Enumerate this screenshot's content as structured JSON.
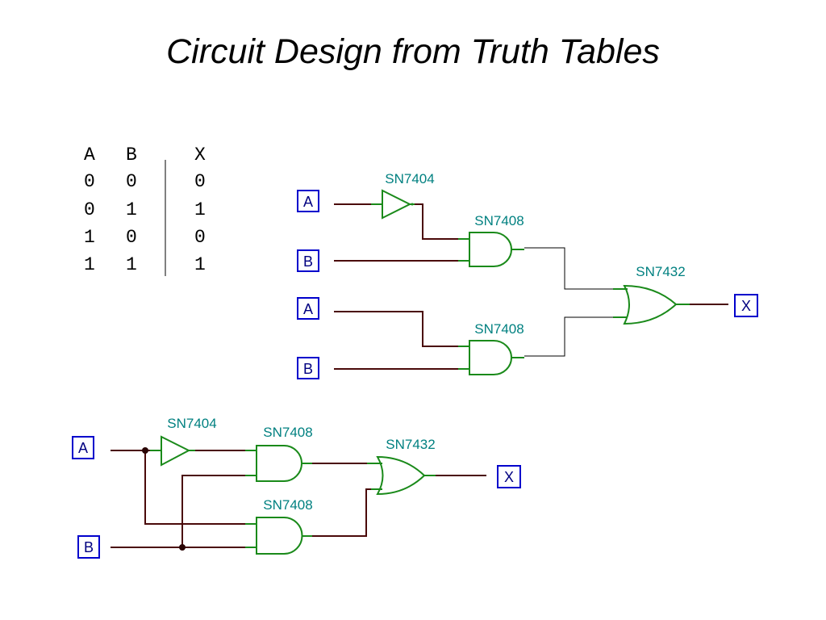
{
  "title": "Circuit Design from Truth Tables",
  "truth_table": {
    "headers": [
      "A",
      "B",
      "X"
    ],
    "rows": [
      [
        "0",
        "0",
        "0"
      ],
      [
        "0",
        "1",
        "1"
      ],
      [
        "1",
        "0",
        "0"
      ],
      [
        "1",
        "1",
        "1"
      ]
    ]
  },
  "circuit1": {
    "inputs": [
      "A",
      "B",
      "A",
      "B"
    ],
    "output": "X",
    "chips": {
      "not": "SN7404",
      "and_top": "SN7408",
      "and_bottom": "SN7408",
      "or": "SN7432"
    }
  },
  "circuit2": {
    "inputs": [
      "A",
      "B"
    ],
    "output": "X",
    "chips": {
      "not": "SN7404",
      "and_top": "SN7408",
      "and_bottom": "SN7408",
      "or": "SN7432"
    }
  },
  "colors": {
    "wire": "#4a0a0a",
    "gate": "#1a8a1a",
    "chip_label": "#008080",
    "io_box": "#0000cc"
  }
}
